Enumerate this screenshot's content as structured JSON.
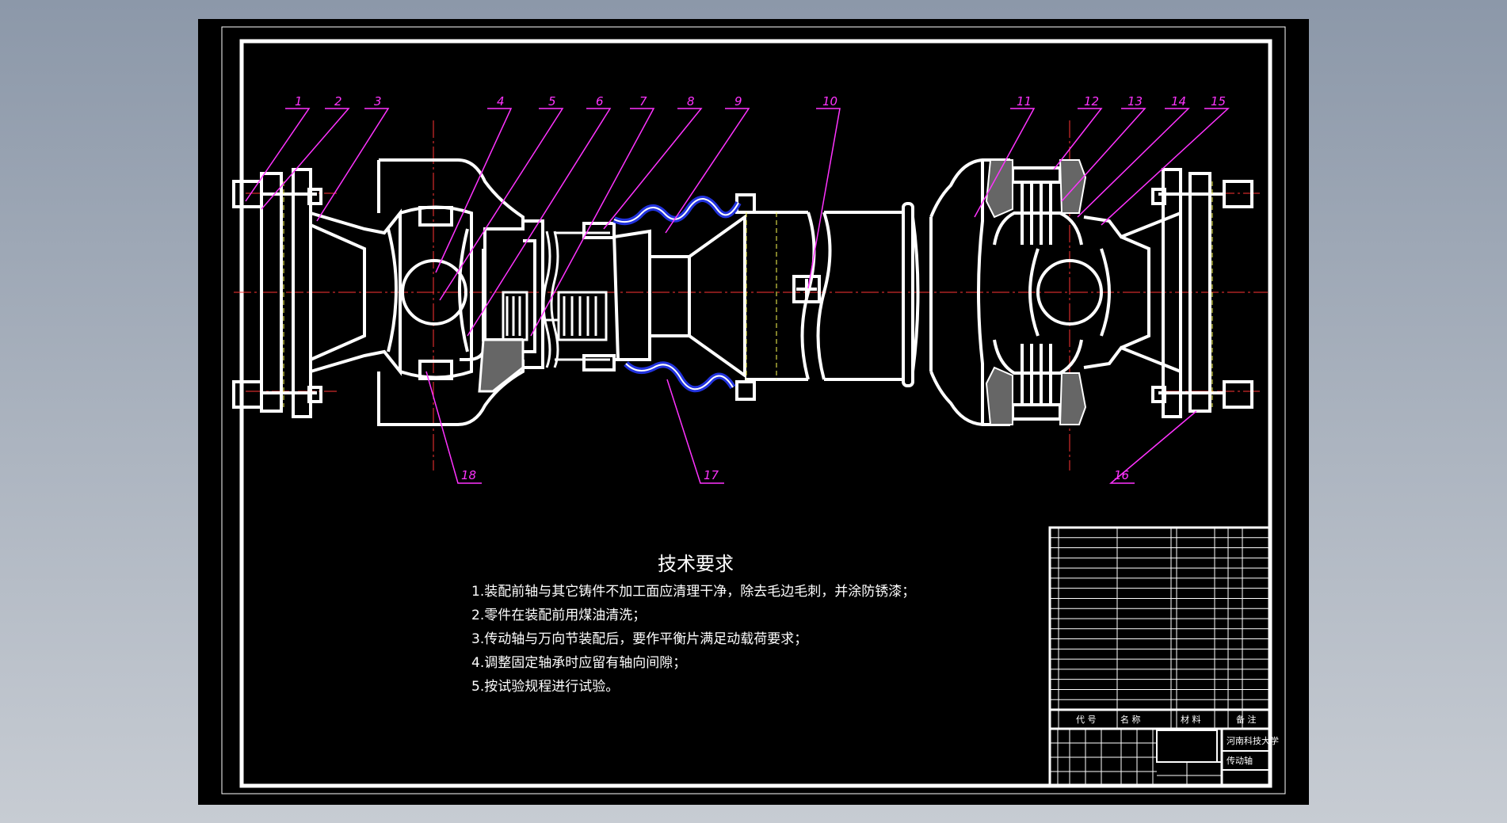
{
  "drawing": {
    "part_numbers": [
      "1",
      "2",
      "3",
      "4",
      "5",
      "6",
      "7",
      "8",
      "9",
      "10",
      "11",
      "12",
      "13",
      "14",
      "15",
      "16",
      "17",
      "18"
    ]
  },
  "tech_requirements": {
    "title": "技术要求",
    "items": [
      "1.装配前轴与其它铸件不加工面应清理干净，除去毛边毛刺，并涂防锈漆；",
      "2.零件在装配前用煤油清洗；",
      "3.传动轴与万向节装配后，要作平衡片满足动载荷要求；",
      "4.调整固定轴承时应留有轴向间隙；",
      "5.按试验规程进行试验。"
    ]
  },
  "title_block": {
    "header_code": "代 号",
    "header_name": "名 称",
    "header_material": "材 料",
    "header_note": "备 注",
    "school": "河南科技大学",
    "drawing_name": "传动轴"
  },
  "colors": {
    "background": "#000000",
    "outline": "#ffffff",
    "leader": "#ff33ff",
    "centerline": "#ff3333",
    "seal": "#2233dd"
  }
}
